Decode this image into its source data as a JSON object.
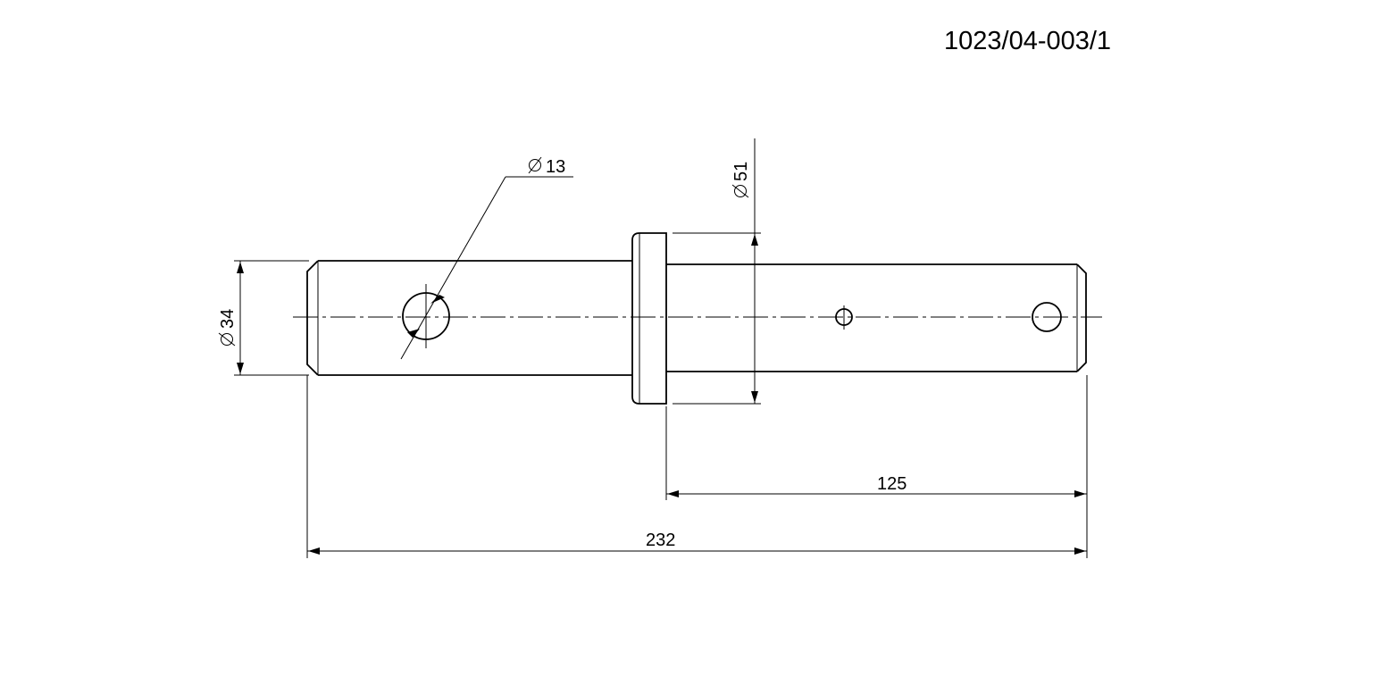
{
  "drawing_number": "1023/04-003/1",
  "dimensions": {
    "hole_diameter": "13",
    "collar_diameter": "51",
    "shaft_diameter": "34",
    "collar_to_end_length": "125",
    "overall_length": "232"
  },
  "symbols": {
    "diameter_icon": "diameter-symbol"
  }
}
